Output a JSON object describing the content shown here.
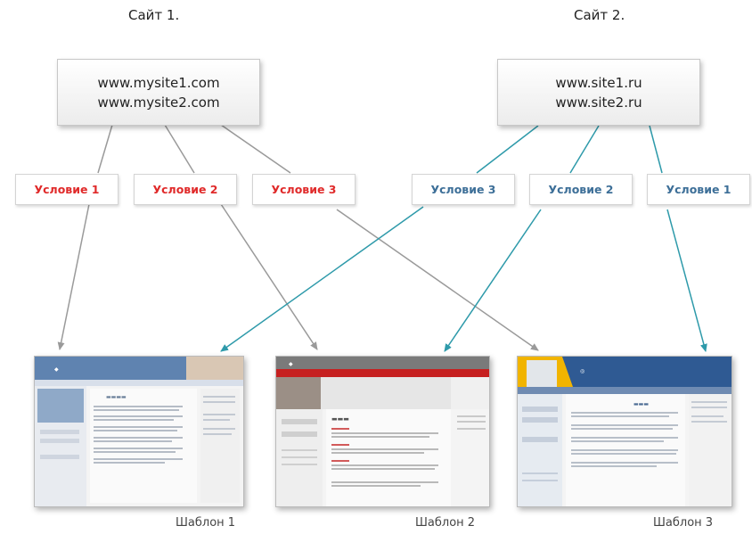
{
  "sites": [
    {
      "title": "Сайт 1.",
      "domains": [
        "www.mysite1.com",
        "www.mysite2.com"
      ]
    },
    {
      "title": "Сайт 2.",
      "domains": [
        "www.site1.ru",
        "www.site2.ru"
      ]
    }
  ],
  "conditions": [
    {
      "label": "Условие 1",
      "site": 1
    },
    {
      "label": "Условие 2",
      "site": 1
    },
    {
      "label": "Условие 3",
      "site": 1
    },
    {
      "label": "Условие 3",
      "site": 2
    },
    {
      "label": "Условие 2",
      "site": 2
    },
    {
      "label": "Условие 1",
      "site": 2
    }
  ],
  "templates": [
    {
      "label": "Шаблон 1"
    },
    {
      "label": "Шаблон 2"
    },
    {
      "label": "Шаблон 3"
    }
  ],
  "colors": {
    "site1_line": "#9a9a9a",
    "site2_line": "#2e9aaa",
    "site1_cond": "#e02a2a",
    "site2_cond": "#3d6f98"
  }
}
